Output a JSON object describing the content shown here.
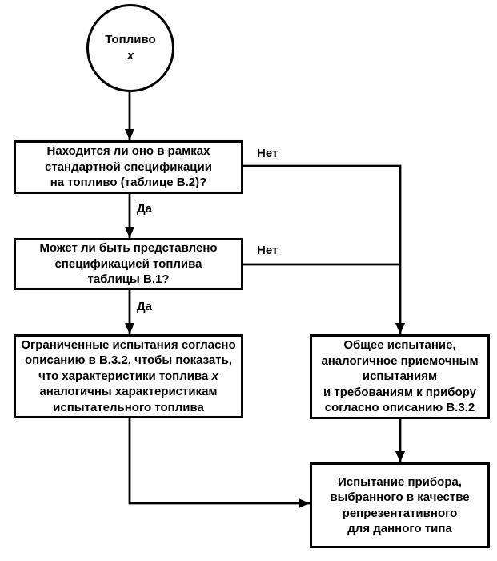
{
  "diagram": {
    "start_node": {
      "label": "Топливо",
      "variable": "x"
    },
    "edge_labels": {
      "yes_1": "Да",
      "yes_2": "Да",
      "no_1": "Нет",
      "no_2": "Нет"
    },
    "boxes": {
      "question_spec_b2": "Находится ли оно в рамках\nстандартной спецификации\nна топливо (таблице В.2)?",
      "question_spec_b1": "Может ли быть представлено\nспецификацией топлива\nтаблицы В.1?",
      "limited_test_before_var": "Ограниченные испытания согласно\nописанию в В.3.2, чтобы показать,\nчто характеристики топлива ",
      "limited_test_var": "x",
      "limited_test_after_var": "\nаналогичны характеристикам\nиспытательного топлива",
      "general_test": "Общее испытание,\nаналогичное приемочным\nиспытаниям\nи требованиям к прибору\nсогласно описанию В.3.2",
      "device_test": "Испытание прибора,\nвыбранного в качестве\nрепрезентативного\nдля данного типа"
    },
    "colors": {
      "line": "#000000",
      "background": "#ffffff"
    }
  }
}
